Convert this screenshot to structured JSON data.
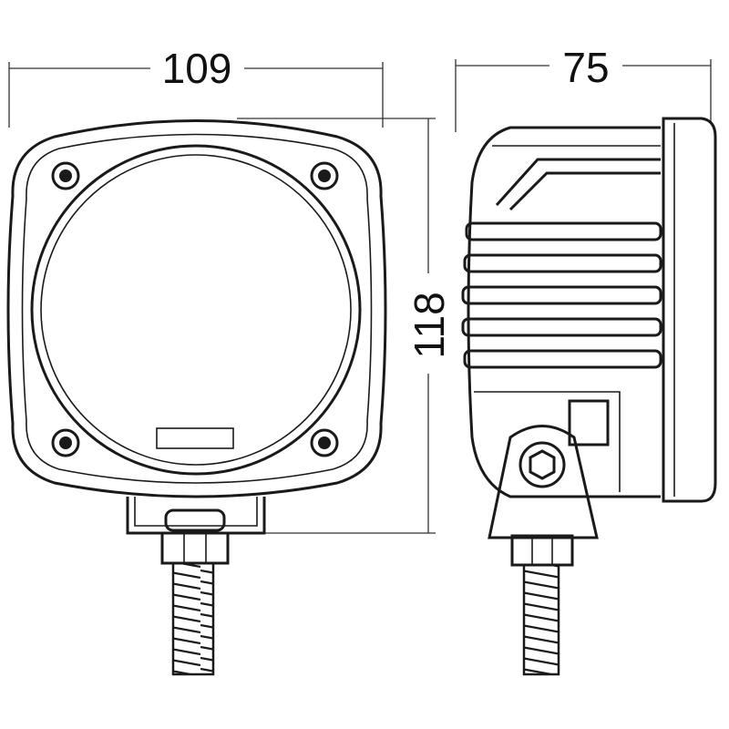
{
  "dimensions": {
    "front_width": "109",
    "side_depth": "75",
    "height": "118"
  },
  "colors": {
    "line": "#1a1a1a",
    "background": "#ffffff"
  }
}
